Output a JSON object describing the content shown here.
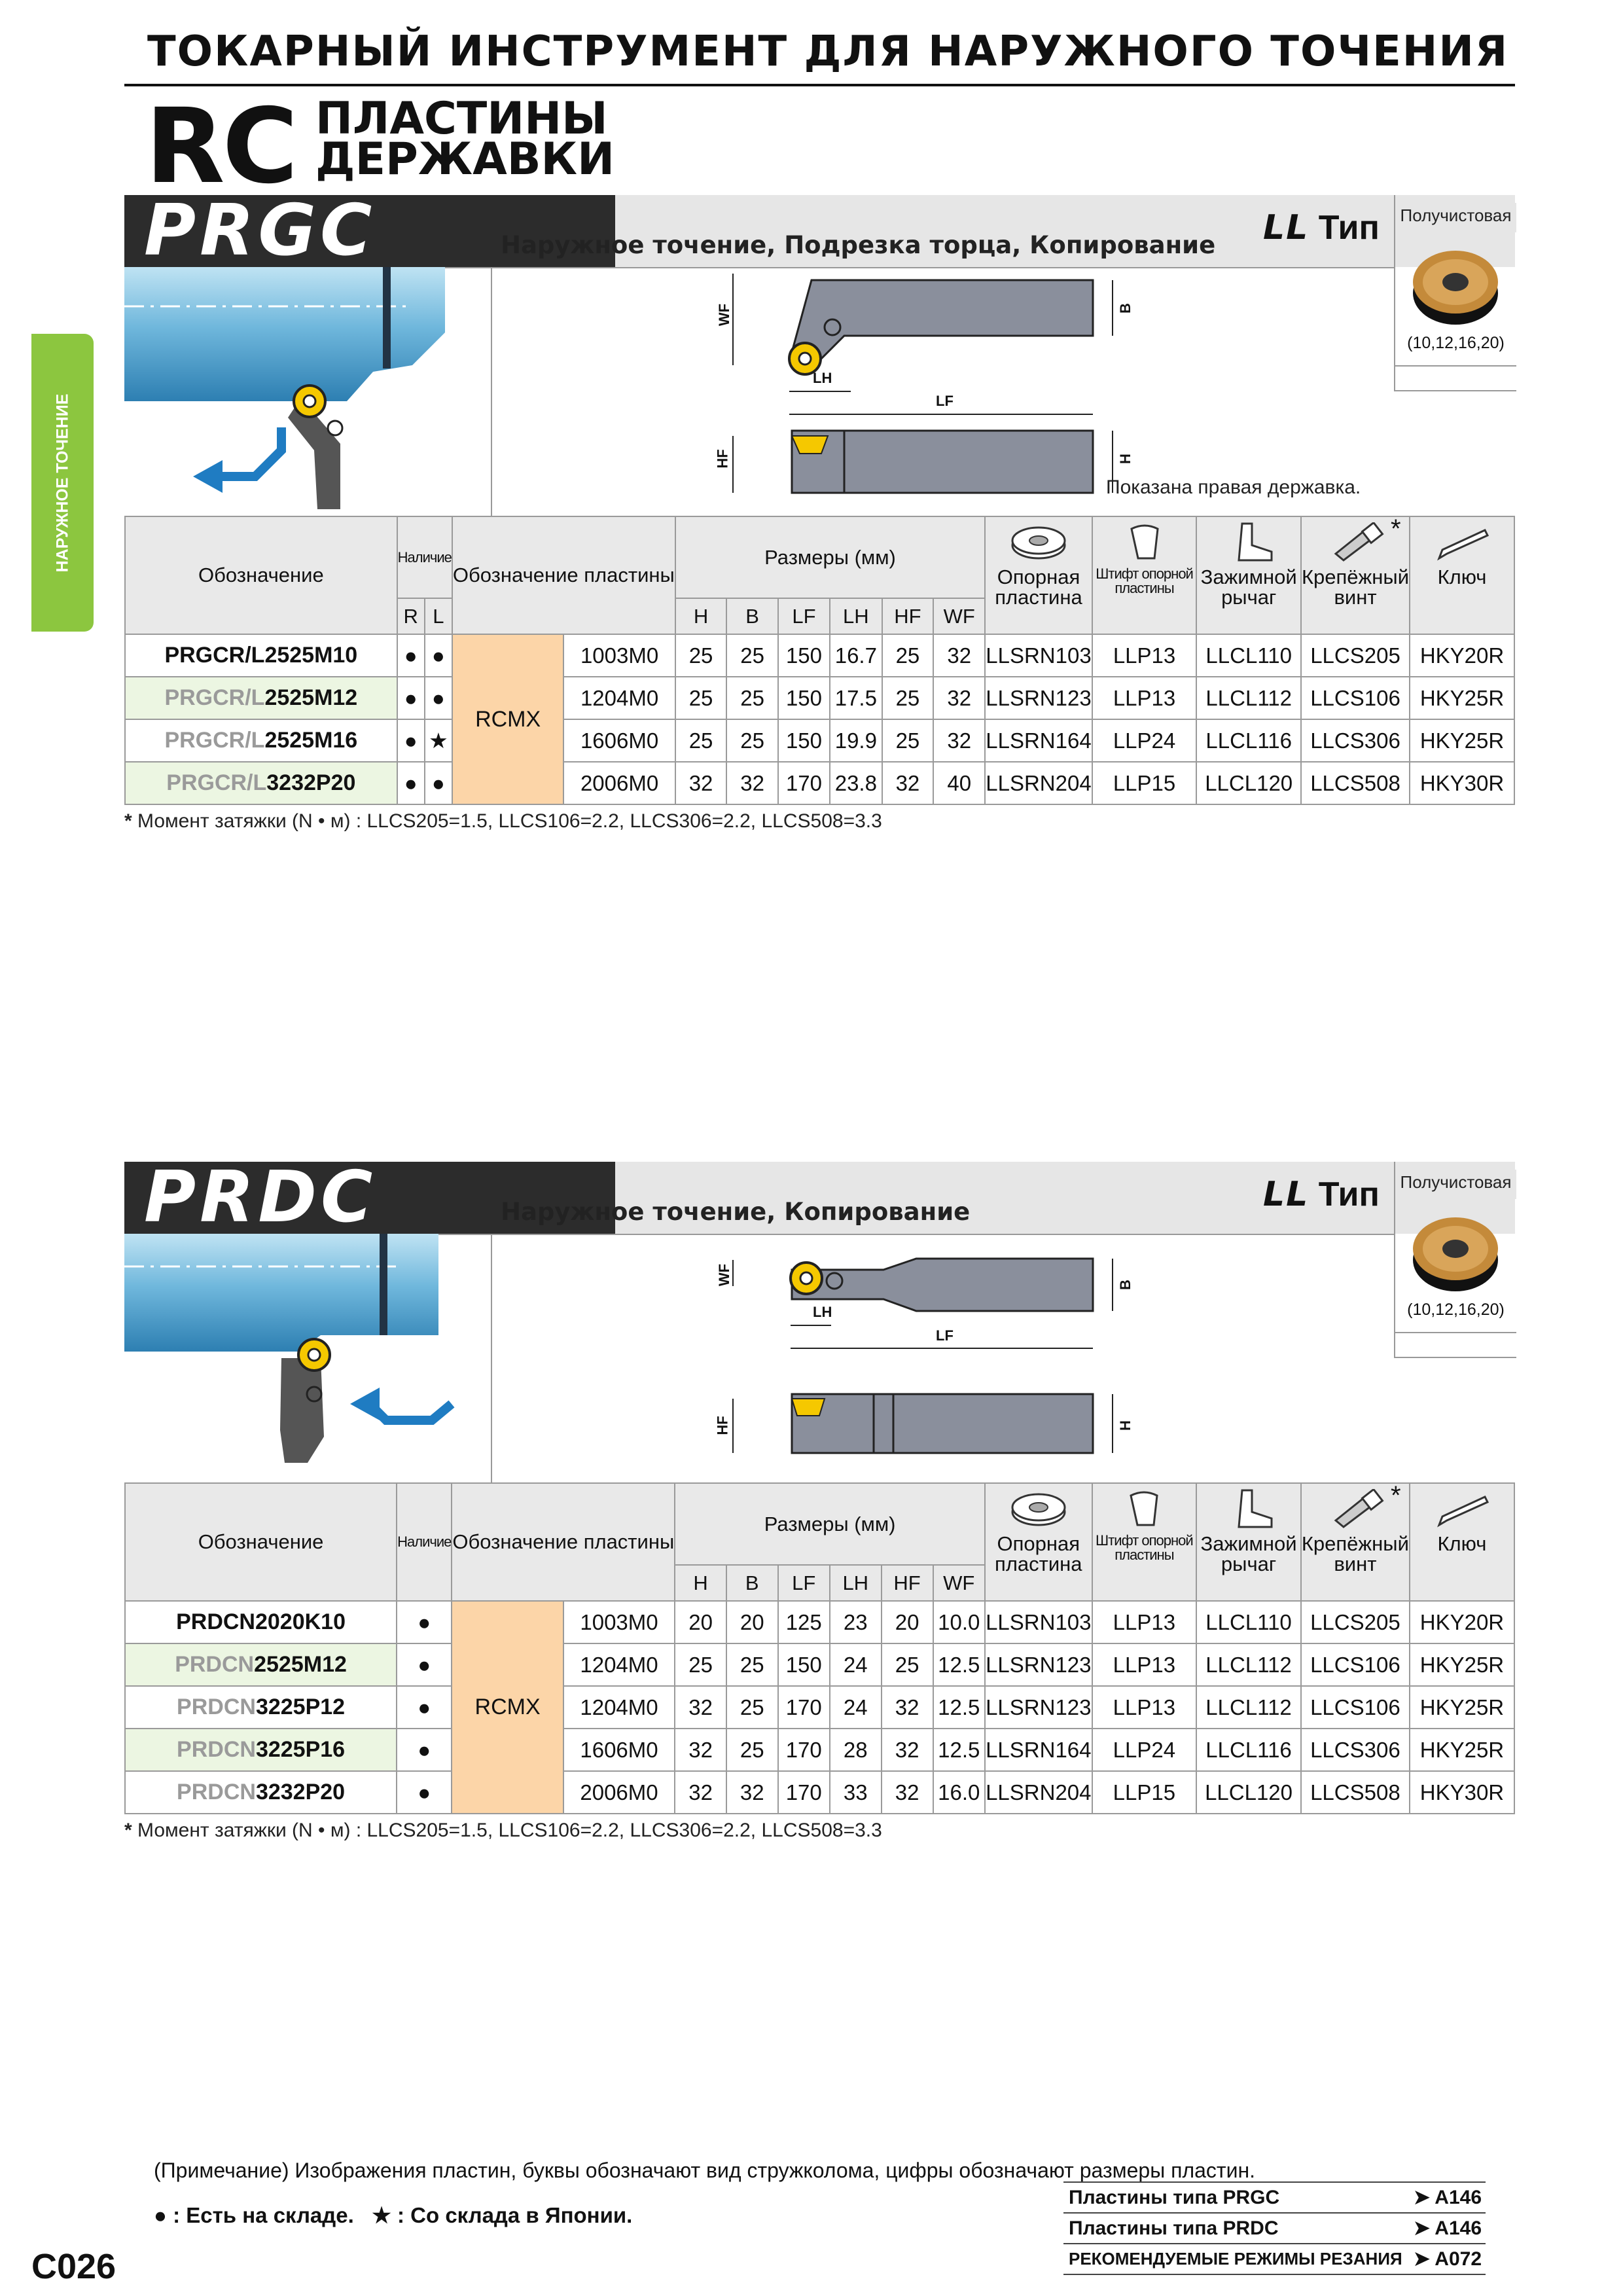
{
  "header": {
    "title": "ТОКАРНЫЙ ИНСТРУМЕНТ ДЛЯ НАРУЖНОГО ТОЧЕНИЯ",
    "rc": "RC",
    "sub1": "ПЛАСТИНЫ",
    "sub2": "ДЕРЖАВКИ"
  },
  "side_tab": "НАРУЖНОЕ ТОЧЕНИЕ",
  "sections": [
    {
      "name": "PRGC",
      "application": "Наружное точение, Подрезка торца, Копирование",
      "type_prefix": "LL",
      "type_word": "Тип",
      "semi_label": "Получистовая",
      "semi_sizes": "(10,12,16,20)",
      "diagram_labels": {
        "wf": "WF",
        "b": "B",
        "lh": "LH",
        "lf": "LF",
        "hf": "HF",
        "h": "H"
      },
      "diagram_note": "Показана правая державка.",
      "headers": {
        "designation": "Обозначение",
        "availability": "Наличие",
        "r": "R",
        "l": "L",
        "insert": "Обозначение пластины",
        "dims": "Размеры (мм)",
        "cols": [
          "H",
          "B",
          "LF",
          "LH",
          "HF",
          "WF"
        ],
        "acc": [
          {
            "a": "Опорная",
            "b": "пластина"
          },
          {
            "a": "Штифт опорной",
            "b": "пластины"
          },
          {
            "a": "Зажимной",
            "b": "рычаг"
          },
          {
            "a": "Крепёжный",
            "b": "винт"
          },
          {
            "a": "",
            "b": "Ключ"
          }
        ]
      },
      "insert_type": "RCMX",
      "rows": [
        {
          "prefix": "",
          "code": "PRGCR/L2525M10",
          "r": "●",
          "l": "●",
          "ins": "1003M0",
          "H": "25",
          "B": "25",
          "LF": "150",
          "LH": "16.7",
          "HF": "25",
          "WF": "32",
          "a1": "LLSRN103",
          "a2": "LLP13",
          "a3": "LLCL110",
          "a4": "LLCS205",
          "a5": "HKY20R"
        },
        {
          "prefix": "PRGCR/L",
          "code": "2525M12",
          "r": "●",
          "l": "●",
          "ins": "1204M0",
          "H": "25",
          "B": "25",
          "LF": "150",
          "LH": "17.5",
          "HF": "25",
          "WF": "32",
          "a1": "LLSRN123",
          "a2": "LLP13",
          "a3": "LLCL112",
          "a4": "LLCS106",
          "a5": "HKY25R"
        },
        {
          "prefix": "PRGCR/L",
          "code": "2525M16",
          "r": "●",
          "l": "★",
          "ins": "1606M0",
          "H": "25",
          "B": "25",
          "LF": "150",
          "LH": "19.9",
          "HF": "25",
          "WF": "32",
          "a1": "LLSRN164",
          "a2": "LLP24",
          "a3": "LLCL116",
          "a4": "LLCS306",
          "a5": "HKY25R"
        },
        {
          "prefix": "PRGCR/L",
          "code": "3232P20",
          "r": "●",
          "l": "●",
          "ins": "2006M0",
          "H": "32",
          "B": "32",
          "LF": "170",
          "LH": "23.8",
          "HF": "32",
          "WF": "40",
          "a1": "LLSRN204",
          "a2": "LLP15",
          "a3": "LLCL120",
          "a4": "LLCS508",
          "a5": "HKY30R"
        }
      ],
      "footnote": "Момент затяжки (N • м) : LLCS205=1.5, LLCS106=2.2, LLCS306=2.2, LLCS508=3.3"
    },
    {
      "name": "PRDC",
      "application": "Наружное точение, Копирование",
      "type_prefix": "LL",
      "type_word": "Тип",
      "semi_label": "Получистовая",
      "semi_sizes": "(10,12,16,20)",
      "diagram_labels": {
        "wf": "WF",
        "b": "B",
        "lh": "LH",
        "lf": "LF",
        "hf": "HF",
        "h": "H"
      },
      "headers": {
        "designation": "Обозначение",
        "availability": "Наличие",
        "insert": "Обозначение пластины",
        "dims": "Размеры (мм)",
        "cols": [
          "H",
          "B",
          "LF",
          "LH",
          "HF",
          "WF"
        ],
        "acc": [
          {
            "a": "Опорная",
            "b": "пластина"
          },
          {
            "a": "Штифт опорной",
            "b": "пластины"
          },
          {
            "a": "Зажимной",
            "b": "рычаг"
          },
          {
            "a": "Крепёжный",
            "b": "винт"
          },
          {
            "a": "",
            "b": "Ключ"
          }
        ]
      },
      "insert_type": "RCMX",
      "rows": [
        {
          "prefix": "",
          "code": "PRDCN2020K10",
          "n": "●",
          "ins": "1003M0",
          "H": "20",
          "B": "20",
          "LF": "125",
          "LH": "23",
          "HF": "20",
          "WF": "10.0",
          "a1": "LLSRN103",
          "a2": "LLP13",
          "a3": "LLCL110",
          "a4": "LLCS205",
          "a5": "HKY20R"
        },
        {
          "prefix": "PRDCN",
          "code": "2525M12",
          "n": "●",
          "ins": "1204M0",
          "H": "25",
          "B": "25",
          "LF": "150",
          "LH": "24",
          "HF": "25",
          "WF": "12.5",
          "a1": "LLSRN123",
          "a2": "LLP13",
          "a3": "LLCL112",
          "a4": "LLCS106",
          "a5": "HKY25R"
        },
        {
          "prefix": "PRDCN",
          "code": "3225P12",
          "n": "●",
          "ins": "1204M0",
          "H": "32",
          "B": "25",
          "LF": "170",
          "LH": "24",
          "HF": "32",
          "WF": "12.5",
          "a1": "LLSRN123",
          "a2": "LLP13",
          "a3": "LLCL112",
          "a4": "LLCS106",
          "a5": "HKY25R"
        },
        {
          "prefix": "PRDCN",
          "code": "3225P16",
          "n": "●",
          "ins": "1606M0",
          "H": "32",
          "B": "25",
          "LF": "170",
          "LH": "28",
          "HF": "32",
          "WF": "12.5",
          "a1": "LLSRN164",
          "a2": "LLP24",
          "a3": "LLCL116",
          "a4": "LLCS306",
          "a5": "HKY25R"
        },
        {
          "prefix": "PRDCN",
          "code": "3232P20",
          "n": "●",
          "ins": "2006M0",
          "H": "32",
          "B": "32",
          "LF": "170",
          "LH": "33",
          "HF": "32",
          "WF": "16.0",
          "a1": "LLSRN204",
          "a2": "LLP15",
          "a3": "LLCL120",
          "a4": "LLCS508",
          "a5": "HKY30R"
        }
      ],
      "footnote": "Момент затяжки (N • м) : LLCS205=1.5, LLCS106=2.2, LLCS306=2.2, LLCS508=3.3"
    }
  ],
  "bottom": {
    "note": "(Примечание) Изображения пластин, буквы обозначают вид стружколома, цифры обозначают размеры пластин.",
    "legend_dot": "● : Есть на складе.",
    "legend_star": "★ : Со склада в Японии.",
    "refs": [
      {
        "label": "Пластины типа PRGC",
        "page": "A146"
      },
      {
        "label": "Пластины типа PRDC",
        "page": "A146"
      },
      {
        "label": "РЕКОМЕНДУЕМЫЕ РЕЖИМЫ РЕЗАНИЯ",
        "page": "A072"
      }
    ],
    "page_number": "C026"
  },
  "colors": {
    "dark_band": "#2c2c2c",
    "insert_bg": "#fcd5a8",
    "tab_green": "#8cc63f",
    "row_green": "#ecf6e2",
    "tool_blue": "#6fb7dc",
    "insert_yellow": "#f5c800"
  }
}
